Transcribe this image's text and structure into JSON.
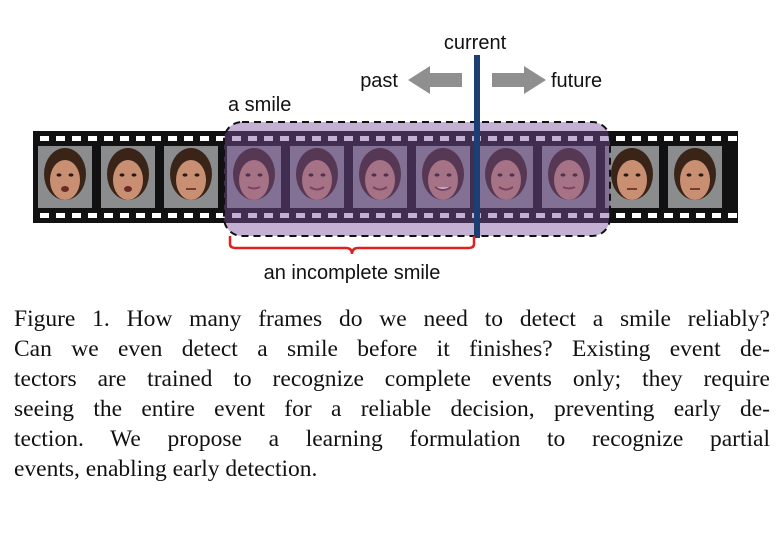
{
  "figure": {
    "labels": {
      "current": "current",
      "past": "past",
      "future": "future",
      "a_smile": "a smile",
      "incomplete": "an incomplete smile"
    },
    "frames": [
      {
        "expression": "talking"
      },
      {
        "expression": "talking"
      },
      {
        "expression": "neutral"
      },
      {
        "expression": "smile-onset",
        "highlighted": true
      },
      {
        "expression": "smile",
        "highlighted": true
      },
      {
        "expression": "smile",
        "highlighted": true
      },
      {
        "expression": "smile-peak",
        "highlighted": true
      },
      {
        "expression": "smile",
        "highlighted": true
      },
      {
        "expression": "smile-offset",
        "highlighted": true
      },
      {
        "expression": "neutral"
      },
      {
        "expression": "neutral"
      }
    ],
    "colors": {
      "current_line": "#1b3f73",
      "arrow": "#8f8f8f",
      "highlight_fill": "#7a4f9e",
      "brace": "#e02020",
      "film": "#111111",
      "skin": "#c98f73",
      "hair": "#3a2418"
    }
  },
  "caption": {
    "lines": [
      "Figure 1. How many frames do we need to detect a smile reliably?",
      "Can we even detect a smile before it finishes? Existing event de-",
      "tectors are trained to recognize complete events only; they require",
      "seeing the entire event for a reliable decision, preventing early de-",
      "tection.  We propose a learning formulation to recognize partial",
      "events, enabling early detection."
    ]
  }
}
